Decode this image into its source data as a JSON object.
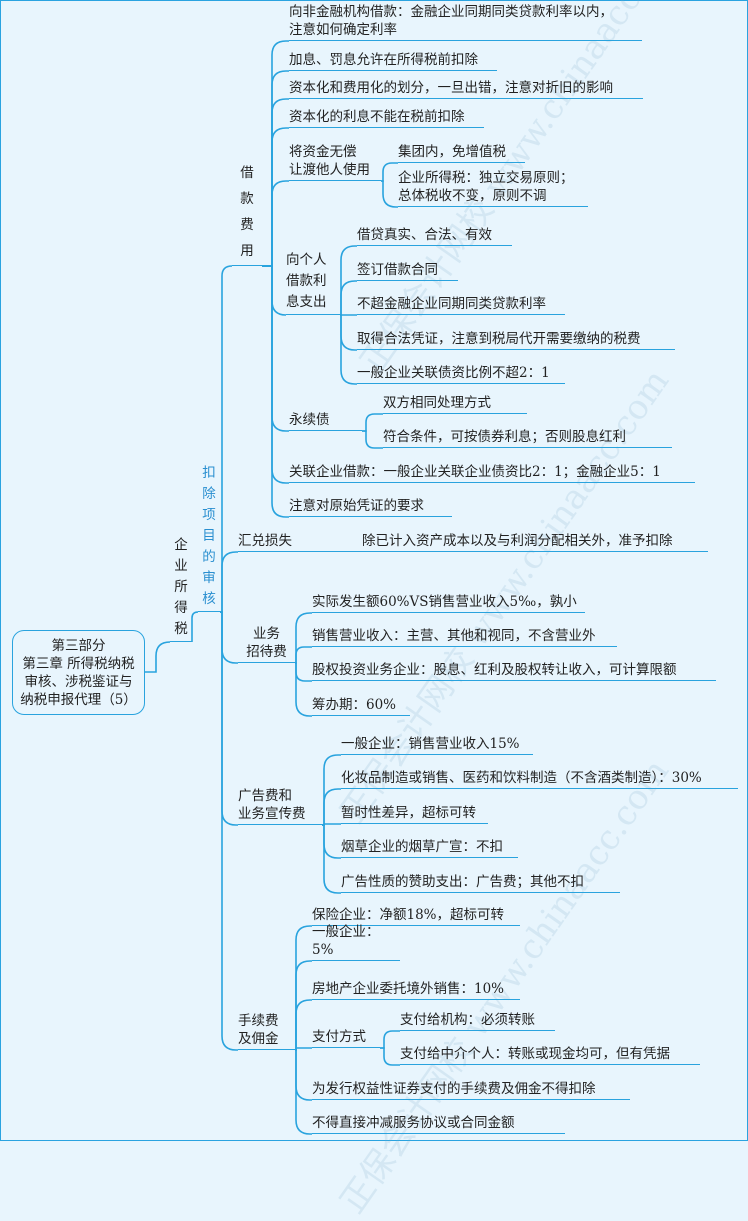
{
  "root": {
    "part": "第三部分",
    "line1": "第三章 所得税纳税",
    "line2": "审核、涉税鉴证与",
    "line3": "纳税申报代理（5）"
  },
  "topic": "企业所得税",
  "section": "扣除项目的审核",
  "borrowing": {
    "label": "借款费用",
    "items": [
      "向非金融机构借款：金融企业同期同类贷款利率以内，\n注意如何确定利率",
      "加息、罚息允许在所得税前扣除",
      "资本化和费用化的划分，一旦出错，注意对折旧的影响",
      "资本化的利息不能在税前扣除"
    ],
    "free_transfer": {
      "label": "将资金无偿\n让渡他人使用",
      "items": [
        "集团内，免增值税",
        "企业所得税：独立交易原则；\n总体税收不变，原则不调"
      ]
    },
    "individual": {
      "label": "向个人借款利息支出",
      "items": [
        "借贷真实、合法、有效",
        "签订借款合同",
        "不超金融企业同期同类贷款利率",
        "取得合法凭证，注意到税局代开需要缴纳的税费",
        "一般企业关联债资比例不超2：1"
      ]
    },
    "perpetual": {
      "label": "永续债",
      "items": [
        "双方相同处理方式",
        "符合条件，可按债券利息；否则股息红利"
      ]
    },
    "related": "关联企业借款：一般企业关联企业债资比2：1；金融企业5：1",
    "vouchers": "注意对原始凭证的要求"
  },
  "fx_loss": {
    "label": "汇兑损失",
    "item": "除已计入资产成本以及与利润分配相关外，准予扣除"
  },
  "entertainment": {
    "label": "业务\n招待费",
    "items": [
      "实际发生额60%VS销售营业收入5‰，孰小",
      "销售营业收入：主营、其他和视同，不含营业外",
      "股权投资业务企业：股息、红利及股权转让收入，可计算限额",
      "筹办期：60%"
    ]
  },
  "advertising": {
    "label": "广告费和\n业务宣传费",
    "items": [
      "一般企业：销售营业收入15%",
      "化妆品制造或销售、医药和饮料制造（不含酒类制造）：30%",
      "暂时性差异，超标可转",
      "烟草企业的烟草广宣：不扣",
      "广告性质的赞助支出：广告费；其他不扣"
    ]
  },
  "commission": {
    "label": "手续费\n及佣金",
    "items": [
      "保险企业：净额18%，超标可转",
      "一般企业：5%",
      "房地产企业委托境外销售：10%"
    ],
    "payment": {
      "label": "支付方式",
      "items": [
        "支付给机构：必须转账",
        "支付给中介个人：转账或现金均可，但有凭据"
      ]
    },
    "tail": [
      "为发行权益性证券支付的手续费及佣金不得扣除",
      "不得直接冲减服务协议或合同金额"
    ]
  },
  "watermark": "正保会计网校 www.chinaacc.com",
  "colors": {
    "line": "#29a3de",
    "background": "#e8f5fd",
    "section_text": "#2a8fd0"
  }
}
